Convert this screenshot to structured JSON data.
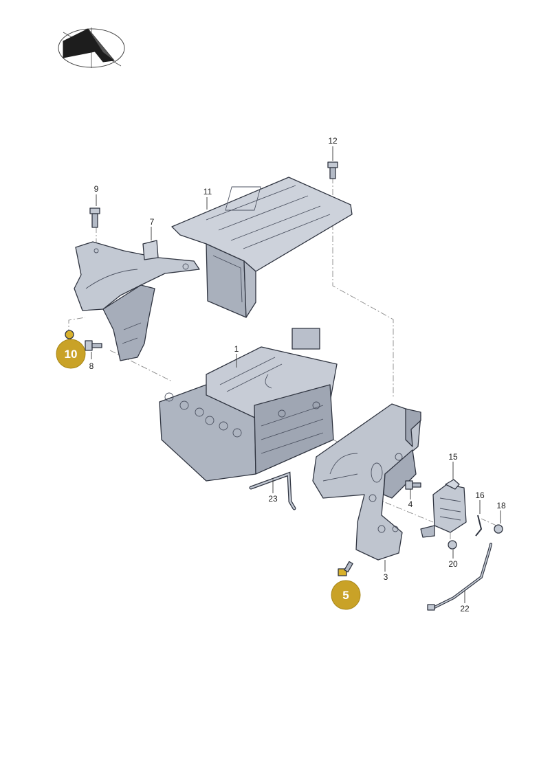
{
  "colors": {
    "part_fill": "#b9bfcb",
    "part_fill_light": "#d3d8e1",
    "part_fill_dark": "#9aa1ae",
    "outline": "#2f3440",
    "badge_fill": "#c9a227",
    "badge_text": "#ffffff",
    "logo_dark": "#1d1d1d"
  },
  "logo": {
    "icon": "compass-arrow-icon"
  },
  "callouts": [
    {
      "id": "c1",
      "text": "1"
    },
    {
      "id": "c3",
      "text": "3"
    },
    {
      "id": "c4",
      "text": "4"
    },
    {
      "id": "c7",
      "text": "7"
    },
    {
      "id": "c8",
      "text": "8"
    },
    {
      "id": "c9",
      "text": "9"
    },
    {
      "id": "c11",
      "text": "11"
    },
    {
      "id": "c12",
      "text": "12"
    },
    {
      "id": "c15",
      "text": "15"
    },
    {
      "id": "c16",
      "text": "16"
    },
    {
      "id": "c18",
      "text": "18"
    },
    {
      "id": "c20",
      "text": "20"
    },
    {
      "id": "c22",
      "text": "22"
    },
    {
      "id": "c23",
      "text": "23"
    }
  ],
  "badges": [
    {
      "id": "b10",
      "text": "10"
    },
    {
      "id": "b5",
      "text": "5"
    }
  ]
}
